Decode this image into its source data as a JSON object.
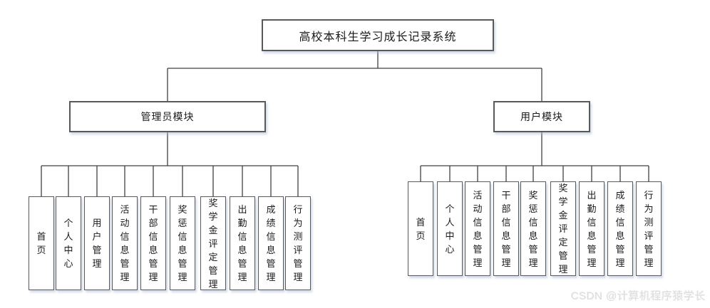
{
  "diagram": {
    "root": {
      "label": "高校本科生学习成长记录系统"
    },
    "modules": {
      "admin": {
        "label": "管理员模块",
        "items": [
          "首页",
          "个人中心",
          "用户管理",
          "活动信息管理",
          "干部信息管理",
          "奖惩信息管理",
          "奖学金评定管理",
          "出勤信息管理",
          "成绩信息管理",
          "行为测评管理"
        ]
      },
      "user": {
        "label": "用户模块",
        "items": [
          "首页",
          "个人中心",
          "活动信息管理",
          "干部信息管理",
          "奖惩信息管理",
          "奖学金评定管理",
          "出勤信息管理",
          "成绩信息管理",
          "行为测评管理"
        ]
      }
    }
  },
  "watermark": {
    "text": "CSDN @计算机程序猿学长"
  },
  "colors": {
    "line": "#404040",
    "box_border": "#595959",
    "box_fill": "#ffffff",
    "box_shadow": "#adbcd6",
    "watermark": "#dcdcdc",
    "background": "#ffffff"
  }
}
